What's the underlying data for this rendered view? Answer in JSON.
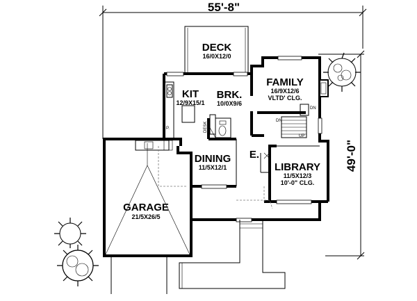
{
  "dimensions": {
    "width": "55'-8\"",
    "depth": "49'-0\""
  },
  "rooms": {
    "deck": {
      "name": "DECK",
      "size": "16/0X12/0"
    },
    "kit": {
      "name": "KIT",
      "size": "12/9X15/1"
    },
    "brk": {
      "name": "BRK.",
      "size": "10/0X9/6"
    },
    "family": {
      "name": "FAMILY",
      "size": "16/9X12/6",
      "note": "VLTD' CLG."
    },
    "dining": {
      "name": "DINING",
      "size": "11/5X12/1"
    },
    "entry": {
      "name": "E."
    },
    "library": {
      "name": "LIBRARY",
      "size": "11/5X12/3",
      "note": "10'-0\" CLG."
    },
    "garage": {
      "name": "GARAGE",
      "size": "21/5X26/5"
    }
  },
  "small_labels": {
    "desk": "DESK",
    "dn": "DN",
    "up": "UP",
    "p": "P."
  }
}
